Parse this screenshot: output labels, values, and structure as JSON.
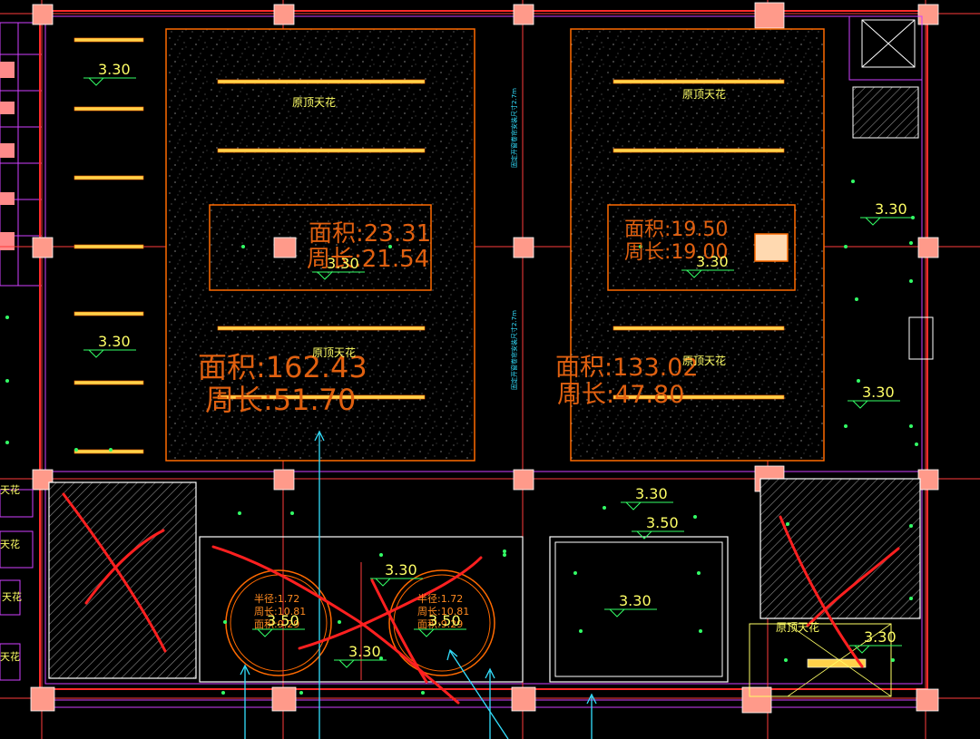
{
  "colors": {
    "background": "#000000",
    "wall": "#ff2a2a",
    "grid": "#ff3b3b",
    "column": "#ff9a8a",
    "room_outline": "#ff6a00",
    "magenta_line": "#d040ff",
    "light_fixture": "#ffd24a",
    "level_text": "#ffff66",
    "area_text": "#e06010",
    "cyan_arrow": "#33e0ff",
    "green_marker": "#33ff66",
    "hatch": "#a0a0a0",
    "markup_red": "#ff2020"
  },
  "level_tags": [
    {
      "id": "lv-1",
      "text": "3.30"
    },
    {
      "id": "lv-2",
      "text": "3.30"
    },
    {
      "id": "lv-3",
      "text": "3.30"
    },
    {
      "id": "lv-4",
      "text": "3.30"
    },
    {
      "id": "lv-5",
      "text": "3.30"
    },
    {
      "id": "lv-6",
      "text": "3.30"
    },
    {
      "id": "lv-7",
      "text": "3.30"
    },
    {
      "id": "lv-8",
      "text": "3.50"
    },
    {
      "id": "lv-9",
      "text": "3.30"
    },
    {
      "id": "lv-10",
      "text": "3.30"
    },
    {
      "id": "lv-11",
      "text": "3.30"
    },
    {
      "id": "lv-12",
      "text": "3.50"
    },
    {
      "id": "lv-13",
      "text": "3.30"
    },
    {
      "id": "lv-14",
      "text": "3.50"
    }
  ],
  "ceiling_labels": [
    {
      "id": "yd-1",
      "text": "原顶天花"
    },
    {
      "id": "yd-2",
      "text": "原顶天花"
    },
    {
      "id": "yd-3",
      "text": "原顶天花"
    },
    {
      "id": "yd-4",
      "text": "原顶天花"
    },
    {
      "id": "yd-5",
      "text": "原顶天花"
    }
  ],
  "edge_labels": [
    "天花",
    "天花",
    "天花",
    "天花"
  ],
  "area_labels": {
    "inner_left_area": "面积:23.31",
    "inner_left_perimeter": "周长:21.54",
    "inner_right_area": "面积:19.50",
    "inner_right_perimeter": "周长:19.00",
    "outer_left_area": "面积:162.43",
    "outer_left_perimeter": "周长:51.70",
    "outer_right_area": "面积:133.02",
    "outer_right_perimeter": "周长:47.80"
  },
  "circle_labels": {
    "left": {
      "radius": "半径:1.72",
      "perimeter": "周长:10.81",
      "area": "面积:9.29"
    },
    "right": {
      "radius": "半径:1.72",
      "perimeter": "周长:10.81",
      "area": "面积:9.29"
    }
  },
  "vertical_notes": [
    "固定开窗卷帘安装尺寸2.7m",
    "固定开窗卷帘安装尺寸2.7m"
  ]
}
